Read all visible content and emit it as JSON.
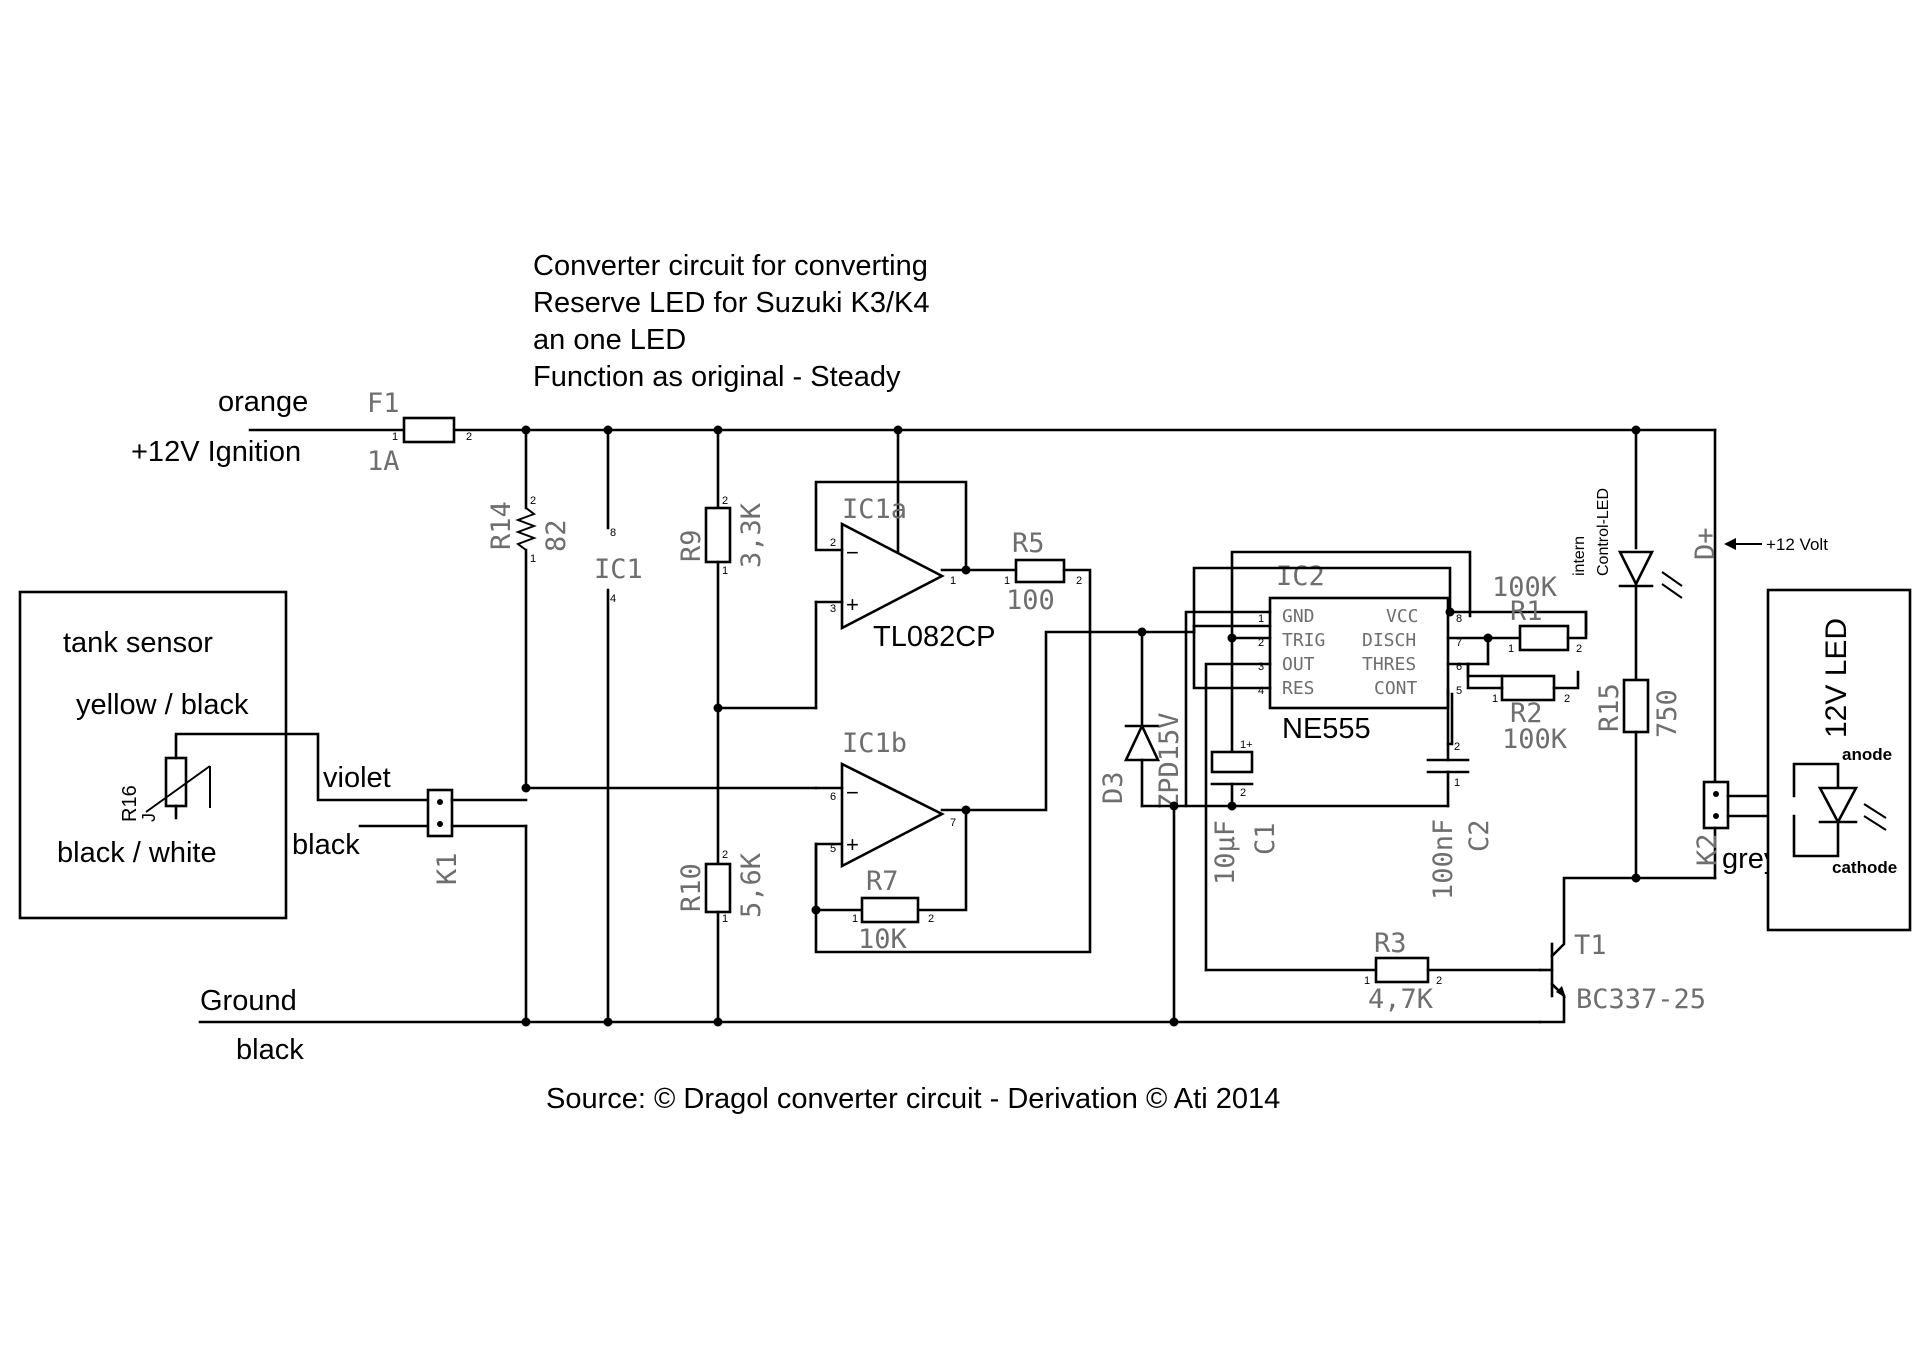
{
  "title_lines": [
    "Converter circuit for converting",
    "Reserve LED for Suzuki K3/K4",
    "an one LED",
    "Function as original - Steady"
  ],
  "source": "Source: © Dragol converter circuit - Derivation © Ati 2014",
  "wires": {
    "orange": "orange",
    "ignition": "+12V Ignition",
    "violet": "violet",
    "black_sensor": "black",
    "ground": "Ground",
    "ground_black": "black",
    "grey": "grey",
    "d_plus": "D+",
    "plus12volt": "+12 Volt"
  },
  "tank_sensor": {
    "title": "tank sensor",
    "top_wire": "yellow / black",
    "bottom_wire": "black / white",
    "ref": "R16",
    "value": "J"
  },
  "led_box": {
    "title": "12V LED",
    "anode": "anode",
    "cathode": "cathode"
  },
  "components": {
    "F1": {
      "ref": "F1",
      "value": "1A"
    },
    "R14": {
      "ref": "R14",
      "value": "82"
    },
    "IC1": {
      "ref": "IC1",
      "pin_top": "8",
      "pin_bot": "4"
    },
    "R9": {
      "ref": "R9",
      "value": "3,3K"
    },
    "R10": {
      "ref": "R10",
      "value": "5,6K"
    },
    "IC1A": {
      "ref": "IC1a",
      "part": "TL082CP"
    },
    "IC1B": {
      "ref": "IC1b"
    },
    "R5": {
      "ref": "R5",
      "value": "100"
    },
    "R7": {
      "ref": "R7",
      "value": "10K"
    },
    "D3": {
      "ref": "D3",
      "value": "ZPD15V"
    },
    "IC2": {
      "ref": "IC2",
      "part": "NE555",
      "left_pins": [
        "GND",
        "TRIG",
        "OUT",
        "RES"
      ],
      "right_pins": [
        "VCC",
        "DISCH",
        "THRES",
        "CONT"
      ]
    },
    "C1": {
      "ref": "C1",
      "value": "10µF"
    },
    "C2": {
      "ref": "C2",
      "value": "100nF"
    },
    "R1": {
      "ref": "R1",
      "value": "100K"
    },
    "R2": {
      "ref": "R2",
      "value": "100K"
    },
    "R15": {
      "ref": "R15",
      "value": "750"
    },
    "R3": {
      "ref": "R3",
      "value": "4,7K"
    },
    "T1": {
      "ref": "T1",
      "value": "BC337-25"
    },
    "K1": {
      "ref": "K1"
    },
    "K2": {
      "ref": "K2"
    },
    "control_led": {
      "line1": "intern",
      "line2": "Control-LED"
    }
  }
}
